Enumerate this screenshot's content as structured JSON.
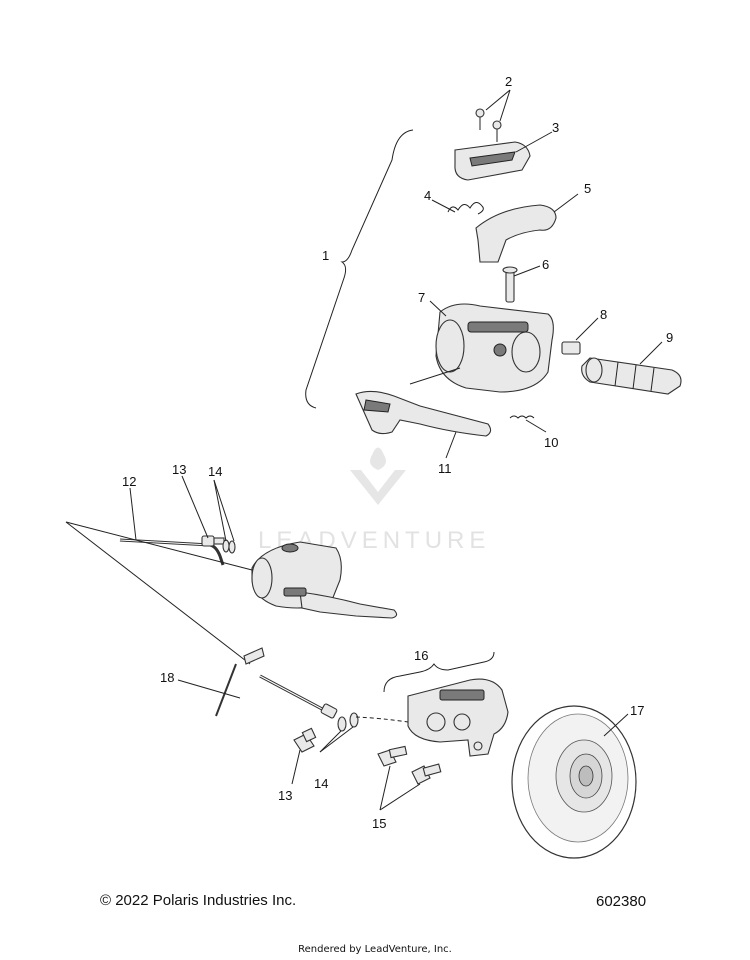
{
  "callouts": {
    "c1": "1",
    "c2": "2",
    "c3": "3",
    "c4": "4",
    "c5": "5",
    "c6": "6",
    "c7": "7",
    "c8": "8",
    "c9": "9",
    "c10": "10",
    "c11": "11",
    "c12": "12",
    "c13a": "13",
    "c14a": "14",
    "c13b": "13",
    "c14b": "14",
    "c15": "15",
    "c16": "16",
    "c17": "17",
    "c18": "18"
  },
  "watermark": {
    "text": "LEADVENTURE"
  },
  "footer": {
    "copyright": "© 2022 Polaris Industries Inc.",
    "diagram_number": "602380",
    "rendered_by": "Rendered by LeadVenture, Inc."
  }
}
